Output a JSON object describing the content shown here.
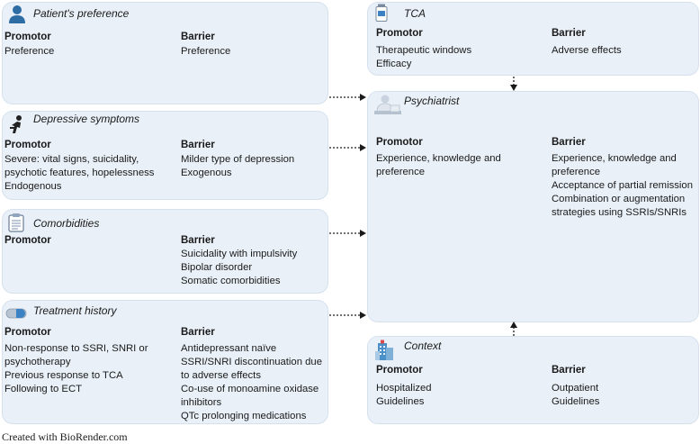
{
  "boxes": {
    "patient": {
      "title": "Patient's preference",
      "icon": "person-icon",
      "promotor_label": "Promotor",
      "barrier_label": "Barrier",
      "promotors": [
        "Preference"
      ],
      "barriers": [
        "Preference"
      ]
    },
    "depressive": {
      "title": "Depressive symptoms",
      "icon": "distressed-person-icon",
      "promotor_label": "Promotor",
      "barrier_label": "Barrier",
      "promotors": [
        "Severe: vital signs, suicidality,",
        "psychotic features, hopelessness",
        "Endogenous"
      ],
      "barriers": [
        "Milder type of depression",
        "Exogenous"
      ]
    },
    "comorbidities": {
      "title": "Comorbidities",
      "icon": "clipboard-icon",
      "promotor_label": "Promotor",
      "barrier_label": "Barrier",
      "promotors": [],
      "barriers": [
        "Suicidality with impulsivity",
        "Bipolar disorder",
        "Somatic comorbidities"
      ]
    },
    "treatment": {
      "title": "Treatment history",
      "icon": "pill-icon",
      "promotor_label": "Promotor",
      "barrier_label": "Barrier",
      "promotors": [
        "Non-response to SSRI, SNRI or",
        "psychotherapy",
        "Previous response to TCA",
        "Following to ECT"
      ],
      "barriers": [
        "Antidepressant naïve",
        "SSRI/SNRI discontinuation due",
        "to adverse effects",
        "Co-use of monoamine oxidase",
        "inhibitors",
        "QTc prolonging medications"
      ]
    },
    "tca": {
      "title": "TCA",
      "icon": "medicine-bottle-icon",
      "promotor_label": "Promotor",
      "barrier_label": "Barrier",
      "promotors": [
        "Therapeutic windows",
        "Efficacy"
      ],
      "barriers": [
        "Adverse effects"
      ]
    },
    "psychiatrist": {
      "title": "Psychiatrist",
      "icon": "doctor-at-desk-icon",
      "promotor_label": "Promotor",
      "barrier_label": "Barrier",
      "promotors": [
        "Experience, knowledge and",
        "preference"
      ],
      "barriers": [
        "Experience, knowledge and",
        "preference",
        "Acceptance of partial remission",
        "Combination or augmentation",
        "strategies using SSRIs/SNRIs"
      ]
    },
    "context": {
      "title": "Context",
      "icon": "hospital-building-icon",
      "promotor_label": "Promotor",
      "barrier_label": "Barrier",
      "promotors": [
        "Hospitalized",
        "Guidelines"
      ],
      "barriers": [
        "Outpatient",
        "Guidelines"
      ]
    }
  },
  "footer": "Created with BioRender.com",
  "colors": {
    "box_fill": "#e9f0f8",
    "icon_blue": "#2e6da4",
    "arrow": "#1a1a1a"
  }
}
